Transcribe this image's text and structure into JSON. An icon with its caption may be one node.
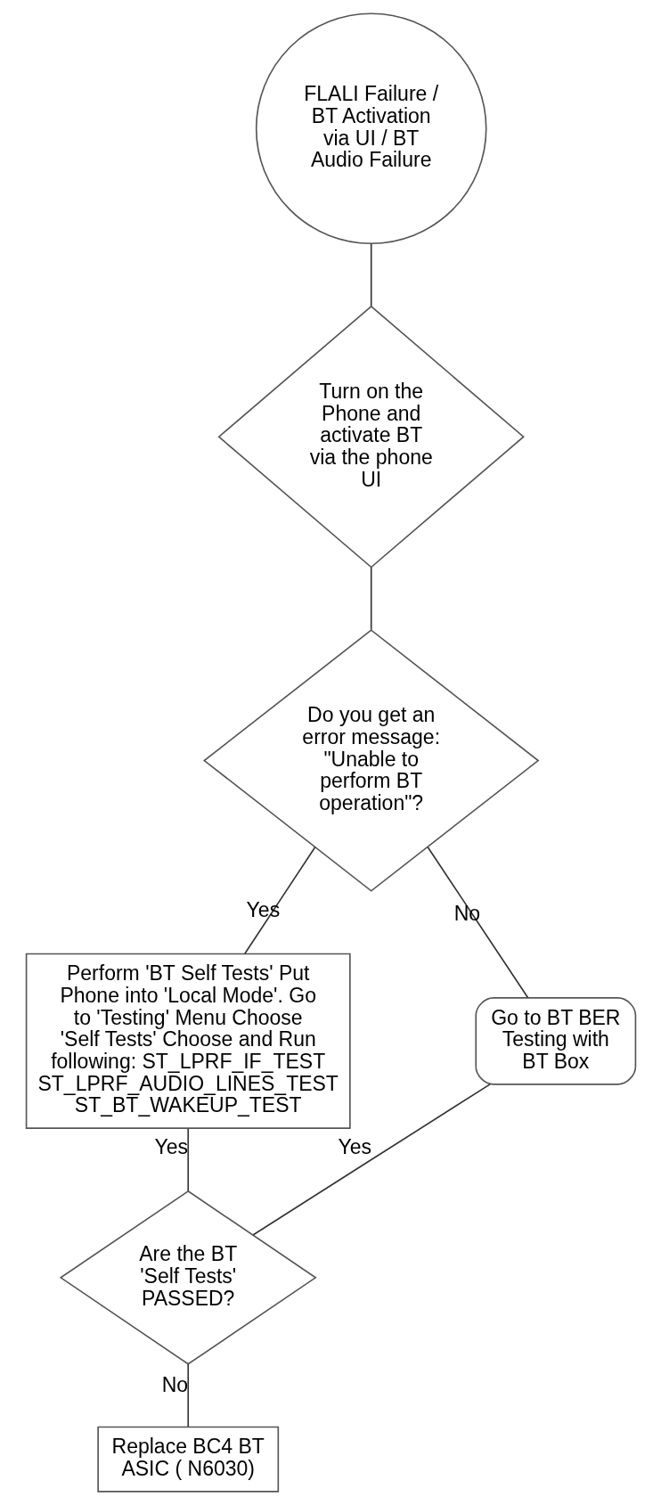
{
  "diagram": {
    "nodes": [
      {
        "text": [
          "FLALI Failure / BT Activation via UI / BT Audio Failure"
        ]
      },
      {
        "text": [
          "Turn on the Phone and activate BT via the phone UI"
        ]
      },
      {
        "text": [
          "Do you get an error message: \"Unable to perform BT operation\"?"
        ]
      },
      {
        "text": [
          "Perform 'BT Self Tests' Put Phone into 'Local Mode'. Go to 'Testing' Menu Choose 'Self Tests' Choose and Run following: ST_LPRF_IF_TEST ST_LPRF_AUDIO_LINES_TEST ST_BT_WAKEUP_TEST"
        ]
      },
      {
        "text": [
          "Go to BT BER Testing with BT Box"
        ]
      },
      {
        "text": [
          "Are the BT 'Self Tests' PASSED?"
        ]
      },
      {
        "text": [
          "Replace BC4 BT ASIC ( N6030)"
        ]
      }
    ],
    "edges": [
      {
        "from": 0,
        "to": 1,
        "arrow": "none"
      },
      {
        "from": 1,
        "to": 2,
        "arrow": "none"
      },
      {
        "from": 2,
        "to": 3,
        "arrow": "none",
        "label": "Yes"
      },
      {
        "from": 2,
        "to": 4,
        "arrow": "none",
        "label": "No"
      },
      {
        "from": 3,
        "to": 5,
        "arrow": "none",
        "label": "Yes"
      },
      {
        "from": 5,
        "to": 4,
        "arrow": "none",
        "label": "Yes"
      },
      {
        "from": 5,
        "to": 6,
        "arrow": "none",
        "label": "No"
      }
    ]
  }
}
